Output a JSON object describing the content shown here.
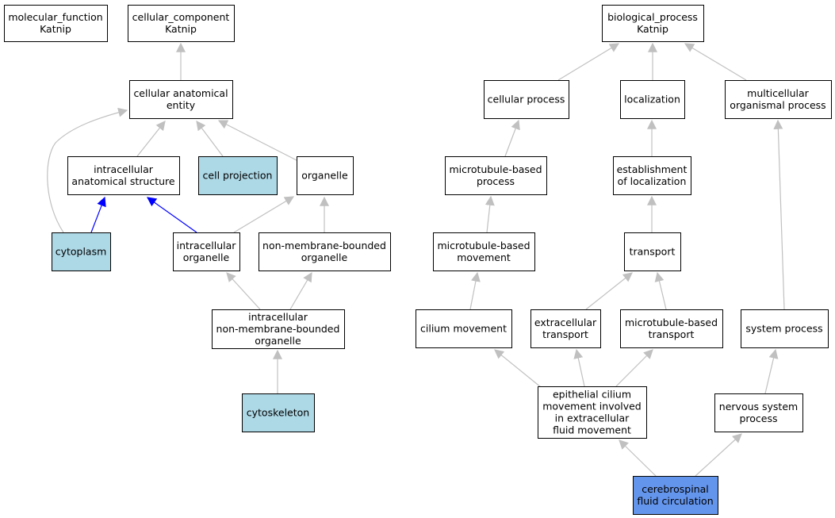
{
  "colors": {
    "default_fill": "#ffffff",
    "annotated_fill": "#add8e6",
    "focus_fill": "#6495ed",
    "edge_gray": "#c0c0c0",
    "edge_blue": "#0000ff"
  },
  "nodes": [
    {
      "id": "mf_root",
      "lines": [
        "molecular_function",
        "Katnip"
      ],
      "style": "default"
    },
    {
      "id": "cc_root",
      "lines": [
        "cellular_component",
        "Katnip"
      ],
      "style": "default"
    },
    {
      "id": "bp_root",
      "lines": [
        "biological_process",
        "Katnip"
      ],
      "style": "default"
    },
    {
      "id": "cae",
      "lines": [
        "cellular anatomical",
        "entity"
      ],
      "style": "default"
    },
    {
      "id": "ias",
      "lines": [
        "intracellular",
        "anatomical structure"
      ],
      "style": "default"
    },
    {
      "id": "cellproj",
      "lines": [
        "cell projection"
      ],
      "style": "annotated"
    },
    {
      "id": "organelle",
      "lines": [
        "organelle"
      ],
      "style": "default"
    },
    {
      "id": "cytoplasm",
      "lines": [
        "cytoplasm"
      ],
      "style": "annotated"
    },
    {
      "id": "intorg",
      "lines": [
        "intracellular",
        "organelle"
      ],
      "style": "default"
    },
    {
      "id": "nmbo",
      "lines": [
        "non-membrane-bounded",
        "organelle"
      ],
      "style": "default"
    },
    {
      "id": "inmbo",
      "lines": [
        "intracellular",
        "non-membrane-bounded",
        "organelle"
      ],
      "style": "default"
    },
    {
      "id": "cytoskeleton",
      "lines": [
        "cytoskeleton"
      ],
      "style": "annotated"
    },
    {
      "id": "cellproc",
      "lines": [
        "cellular process"
      ],
      "style": "default"
    },
    {
      "id": "localization",
      "lines": [
        "localization"
      ],
      "style": "default"
    },
    {
      "id": "mop",
      "lines": [
        "multicellular",
        "organismal process"
      ],
      "style": "default"
    },
    {
      "id": "mtbp",
      "lines": [
        "microtubule-based",
        "process"
      ],
      "style": "default"
    },
    {
      "id": "estloc",
      "lines": [
        "establishment",
        "of localization"
      ],
      "style": "default"
    },
    {
      "id": "mtbm",
      "lines": [
        "microtubule-based",
        "movement"
      ],
      "style": "default"
    },
    {
      "id": "transport",
      "lines": [
        "transport"
      ],
      "style": "default"
    },
    {
      "id": "cilmov",
      "lines": [
        "cilium movement"
      ],
      "style": "default"
    },
    {
      "id": "extrans",
      "lines": [
        "extracellular",
        "transport"
      ],
      "style": "default"
    },
    {
      "id": "mtbt",
      "lines": [
        "microtubule-based",
        "transport"
      ],
      "style": "default"
    },
    {
      "id": "sysproc",
      "lines": [
        "system process"
      ],
      "style": "default"
    },
    {
      "id": "ecm",
      "lines": [
        "epithelial cilium",
        "movement involved",
        "in extracellular",
        "fluid movement"
      ],
      "style": "default"
    },
    {
      "id": "nsp",
      "lines": [
        "nervous system",
        "process"
      ],
      "style": "default"
    },
    {
      "id": "csf",
      "lines": [
        "cerebrospinal",
        "fluid circulation"
      ],
      "style": "focus"
    }
  ],
  "edges": [
    {
      "from": "cae",
      "to": "cc_root",
      "color": "gray"
    },
    {
      "from": "ias",
      "to": "cae",
      "color": "gray"
    },
    {
      "from": "cellproj",
      "to": "cae",
      "color": "gray"
    },
    {
      "from": "organelle",
      "to": "cae",
      "color": "gray"
    },
    {
      "from": "cytoplasm",
      "to": "cae",
      "color": "gray"
    },
    {
      "from": "cytoplasm",
      "to": "ias",
      "color": "blue"
    },
    {
      "from": "intorg",
      "to": "ias",
      "color": "blue"
    },
    {
      "from": "intorg",
      "to": "organelle",
      "color": "gray"
    },
    {
      "from": "nmbo",
      "to": "organelle",
      "color": "gray"
    },
    {
      "from": "inmbo",
      "to": "intorg",
      "color": "gray"
    },
    {
      "from": "inmbo",
      "to": "nmbo",
      "color": "gray"
    },
    {
      "from": "cytoskeleton",
      "to": "inmbo",
      "color": "gray"
    },
    {
      "from": "cellproc",
      "to": "bp_root",
      "color": "gray"
    },
    {
      "from": "localization",
      "to": "bp_root",
      "color": "gray"
    },
    {
      "from": "mop",
      "to": "bp_root",
      "color": "gray"
    },
    {
      "from": "mtbp",
      "to": "cellproc",
      "color": "gray"
    },
    {
      "from": "estloc",
      "to": "localization",
      "color": "gray"
    },
    {
      "from": "mtbm",
      "to": "mtbp",
      "color": "gray"
    },
    {
      "from": "transport",
      "to": "estloc",
      "color": "gray"
    },
    {
      "from": "cilmov",
      "to": "mtbm",
      "color": "gray"
    },
    {
      "from": "extrans",
      "to": "transport",
      "color": "gray"
    },
    {
      "from": "mtbt",
      "to": "transport",
      "color": "gray"
    },
    {
      "from": "sysproc",
      "to": "mop",
      "color": "gray"
    },
    {
      "from": "ecm",
      "to": "cilmov",
      "color": "gray"
    },
    {
      "from": "ecm",
      "to": "extrans",
      "color": "gray"
    },
    {
      "from": "ecm",
      "to": "mtbt",
      "color": "gray"
    },
    {
      "from": "nsp",
      "to": "sysproc",
      "color": "gray"
    },
    {
      "from": "csf",
      "to": "ecm",
      "color": "gray"
    },
    {
      "from": "csf",
      "to": "nsp",
      "color": "gray"
    }
  ]
}
